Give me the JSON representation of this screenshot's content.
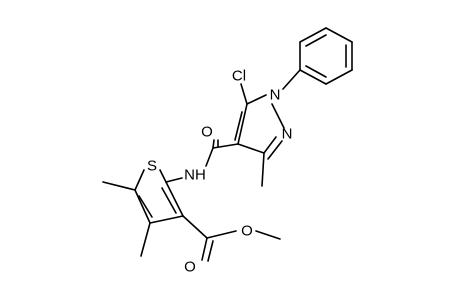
{
  "atom_labels": {
    "cl": "Cl",
    "n1": "N",
    "n2": "N",
    "o_amide": "O",
    "nh": "NH",
    "s": "S",
    "o_ester_carbonyl": "O",
    "o_ester": "O"
  }
}
